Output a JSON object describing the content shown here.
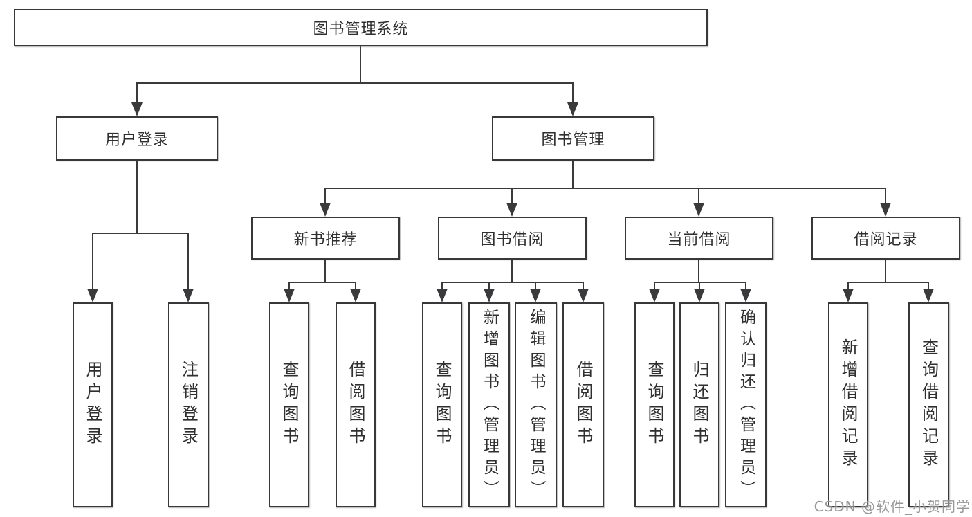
{
  "colors": {
    "line": "#3a3a3c",
    "box_border": "#38383a",
    "text": "#2f2f31",
    "background": "#ffffff",
    "watermark": "#8d8d8f"
  },
  "tree": {
    "root": {
      "label": "图书管理系统"
    },
    "user_login": {
      "label": "用户登录",
      "children": [
        {
          "label": "用户登录"
        },
        {
          "label": "注销登录"
        }
      ]
    },
    "book_management": {
      "label": "图书管理",
      "sections": [
        {
          "label": "新书推荐",
          "children": [
            {
              "label": "查询图书"
            },
            {
              "label": "借阅图书"
            }
          ]
        },
        {
          "label": "图书借阅",
          "children": [
            {
              "label": "查询图书"
            },
            {
              "label": "新增图书（管理员）"
            },
            {
              "label": "编辑图书（管理员）"
            },
            {
              "label": "借阅图书"
            }
          ]
        },
        {
          "label": "当前借阅",
          "children": [
            {
              "label": "查询图书"
            },
            {
              "label": "归还图书"
            },
            {
              "label": "确认归还（管理员）"
            }
          ]
        },
        {
          "label": "借阅记录",
          "children": [
            {
              "label": "新增借阅记录"
            },
            {
              "label": "查询借阅记录"
            }
          ]
        }
      ]
    }
  },
  "watermark": {
    "text": "CSDN @软件_小贺同学"
  }
}
